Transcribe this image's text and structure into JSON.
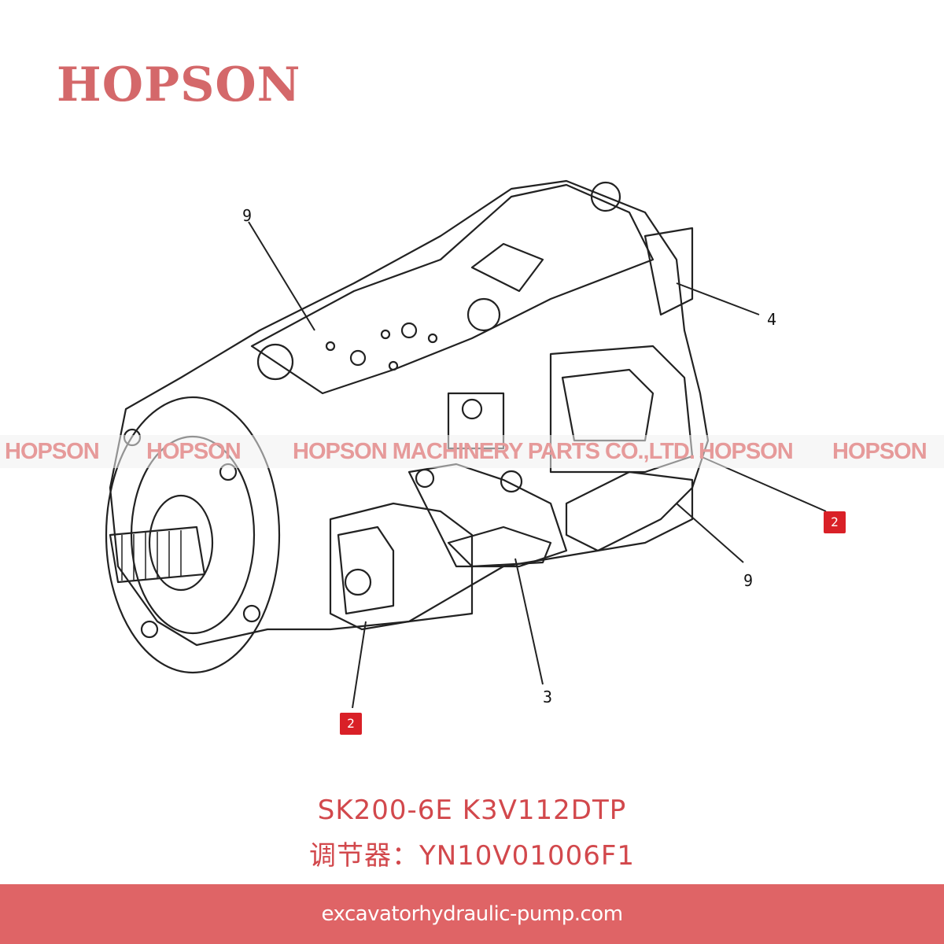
{
  "brand": {
    "logo_text": "HOPSON",
    "color": "#d4686a"
  },
  "watermark": {
    "items": [
      "HOPSON",
      "HOPSON",
      "HOPSON MACHINERY PARTS CO.,LTD.",
      "HOPSON",
      "HOPSON"
    ],
    "color": "#e69a9a"
  },
  "diagram": {
    "callouts": [
      "9",
      "4",
      "2",
      "9",
      "3",
      "2"
    ],
    "highlight_color": "#d92027"
  },
  "caption": {
    "line1": "SK200-6E K3V112DTP",
    "line2": "调节器：YN10V01006F1",
    "color": "#d2484c"
  },
  "footer": {
    "url": "excavatorhydraulic-pump.com",
    "bg": "#df6466"
  }
}
